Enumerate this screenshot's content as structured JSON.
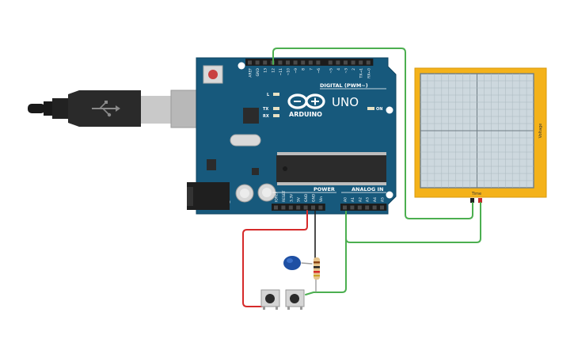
{
  "board": {
    "name": "ARDUINO",
    "model": "UNO",
    "digital_header_label": "DIGITAL (PWM~)",
    "power_header_label": "POWER",
    "analog_header_label": "ANALOG IN",
    "led_on_label": "ON",
    "led_l_label": "L",
    "led_tx_label": "TX",
    "led_rx_label": "RX",
    "digital_pins": [
      "AREF",
      "GND",
      "13",
      "12",
      "~11",
      "~10",
      "~9",
      "8",
      "7",
      "~6",
      "~5",
      "4",
      "~3",
      "2",
      "TX→1",
      "RX←0"
    ],
    "power_pins": [
      "IOREF",
      "RESET",
      "3.3V",
      "5V",
      "GND",
      "GND",
      "Vin"
    ],
    "analog_pins": [
      "A0",
      "A1",
      "A2",
      "A3",
      "A4",
      "A5"
    ]
  },
  "oscilloscope": {
    "x_label": "Time",
    "y_label": "Voltage",
    "frame_color": "#f4b21a"
  },
  "wires": {
    "red": "#d62a2a",
    "green": "#4caf50",
    "black": "#222222"
  }
}
